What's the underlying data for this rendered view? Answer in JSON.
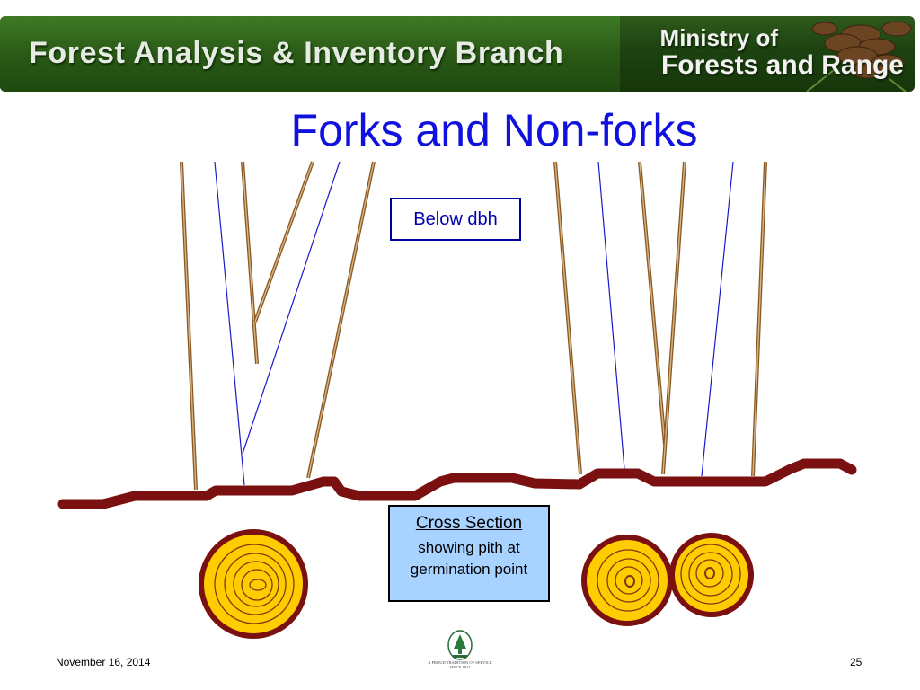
{
  "header": {
    "branch": "Forest Analysis & Inventory Branch",
    "ministry_line1": "Ministry of",
    "ministry_line2": "Forests and Range",
    "pinecone_icon": "pine-cone-photo"
  },
  "slide": {
    "title": "Forks and Non-forks",
    "below_dbh_label": "Below dbh",
    "cross_section": {
      "title": "Cross Section",
      "line1": "showing pith at",
      "line2": "germination point"
    }
  },
  "footer": {
    "date": "November 16, 2014",
    "page": "25",
    "logo_icon": "forest-service-seal",
    "tagline": "A PROUD TRADITION OF SERVICE SINCE 1912"
  },
  "colors": {
    "banner_green": "#2a5a16",
    "title_blue": "#1111dd",
    "stem_brown": "#a0713a",
    "pith_line_blue": "#1a1acc",
    "ground_maroon": "#7b1010",
    "stump_ring_yellow": "#ffcc00",
    "cross_box_fill": "#a8d2ff"
  }
}
